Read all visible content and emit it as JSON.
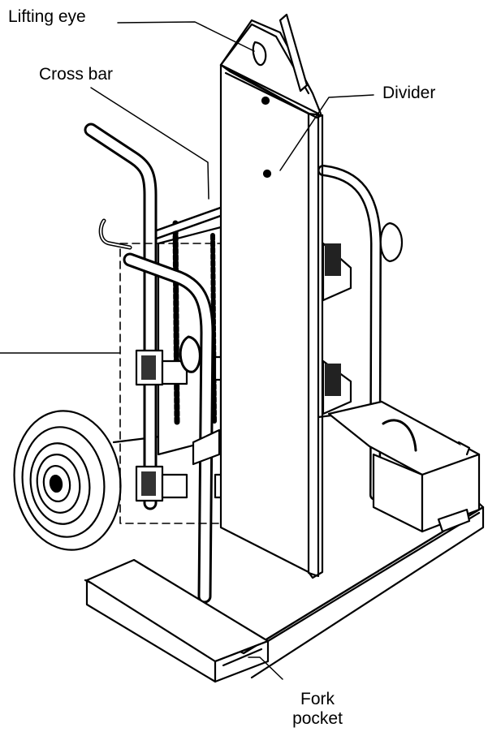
{
  "labels": {
    "lifting_eye": "Lifting eye",
    "cross_bar": "Cross bar",
    "divider": "Divider",
    "fork_line1": "Fork",
    "fork_line2": "pocket"
  }
}
